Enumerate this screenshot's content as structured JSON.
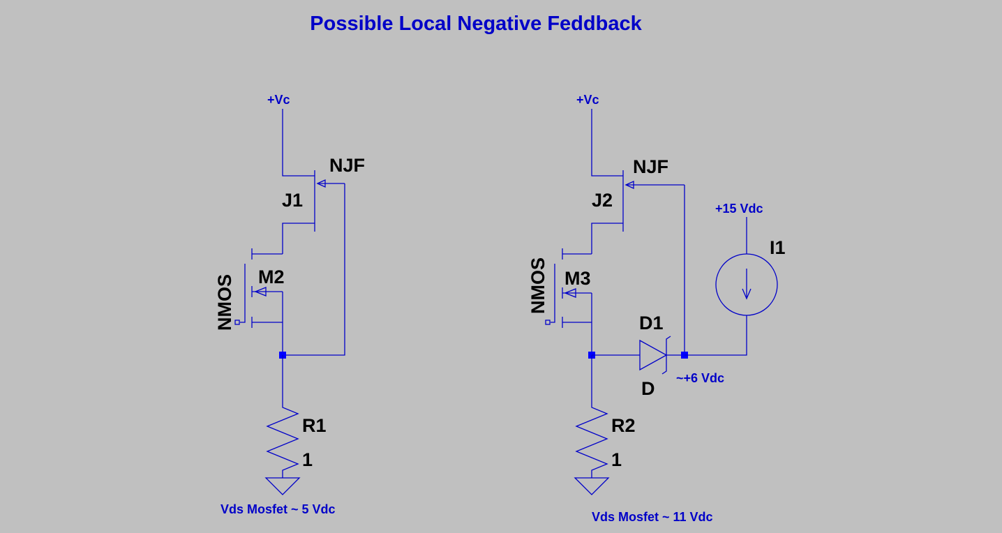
{
  "title": "Possible Local Negative Feddback",
  "colors": {
    "background": "#c0c0c0",
    "wire": "#0000c8",
    "node": "#0000ff",
    "label": "#000000"
  },
  "left_circuit": {
    "supply": "+Vc",
    "jfet": {
      "ref": "J1",
      "model": "NJF"
    },
    "mosfet": {
      "ref": "M2",
      "model": "NMOS"
    },
    "resistor": {
      "ref": "R1",
      "value": "1"
    },
    "note": "Vds Mosfet ~ 5 Vdc"
  },
  "right_circuit": {
    "supply": "+Vc",
    "jfet": {
      "ref": "J2",
      "model": "NJF"
    },
    "mosfet": {
      "ref": "M3",
      "model": "NMOS"
    },
    "resistor": {
      "ref": "R2",
      "value": "1"
    },
    "diode": {
      "ref": "D1",
      "model": "D"
    },
    "current_source": {
      "ref": "I1",
      "supply": "+15 Vdc"
    },
    "diode_voltage": "~+6 Vdc",
    "note": "Vds Mosfet  ~ 11 Vdc"
  }
}
